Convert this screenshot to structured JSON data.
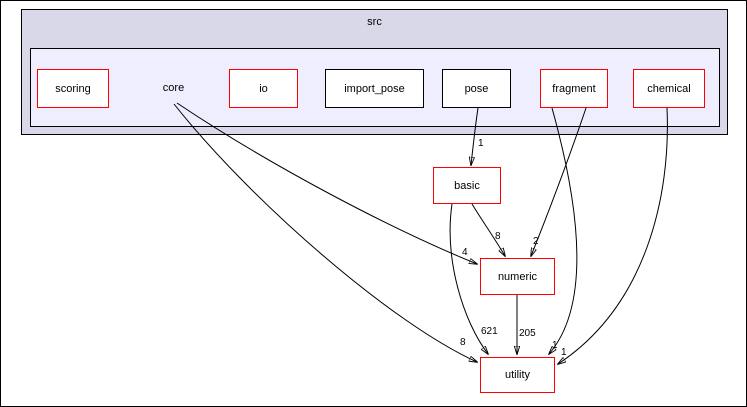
{
  "diagram_title": "src",
  "clusters": [
    {
      "label": "src"
    },
    {
      "label": "core"
    }
  ],
  "nodes": [
    {
      "id": "scoring",
      "label": "scoring",
      "border": "#ff0000"
    },
    {
      "id": "io",
      "label": "io",
      "border": "#ff0000"
    },
    {
      "id": "import_pose",
      "label": "import_pose",
      "border": "#000000"
    },
    {
      "id": "pose",
      "label": "pose",
      "border": "#000000"
    },
    {
      "id": "fragment",
      "label": "fragment",
      "border": "#ff0000"
    },
    {
      "id": "chemical",
      "label": "chemical",
      "border": "#ff0000"
    },
    {
      "id": "basic",
      "label": "basic",
      "border": "#ff0000"
    },
    {
      "id": "numeric",
      "label": "numeric",
      "border": "#ff0000"
    },
    {
      "id": "utility",
      "label": "utility",
      "border": "#ff0000"
    }
  ],
  "edges": [
    {
      "from": "pose",
      "to": "basic",
      "label": "1"
    },
    {
      "from": "basic",
      "to": "numeric",
      "label": "8"
    },
    {
      "from": "fragment",
      "to": "numeric",
      "label": "2"
    },
    {
      "from": "core",
      "to": "numeric",
      "label": "4"
    },
    {
      "from": "core",
      "to": "utility",
      "label": "8"
    },
    {
      "from": "basic",
      "to": "utility",
      "label": "621"
    },
    {
      "from": "numeric",
      "to": "utility",
      "label": "205"
    },
    {
      "from": "fragment",
      "to": "utility",
      "label": "1"
    },
    {
      "from": "chemical",
      "to": "utility",
      "label": "1"
    }
  ],
  "colors": {
    "linked_node_border": "#ff0000",
    "plain_node_border": "#000000",
    "outer_cluster_fill": "#d8d8e8",
    "inner_cluster_fill": "#eeeeff",
    "node_fill": "#ffffff",
    "edge_stroke": "#000000"
  }
}
